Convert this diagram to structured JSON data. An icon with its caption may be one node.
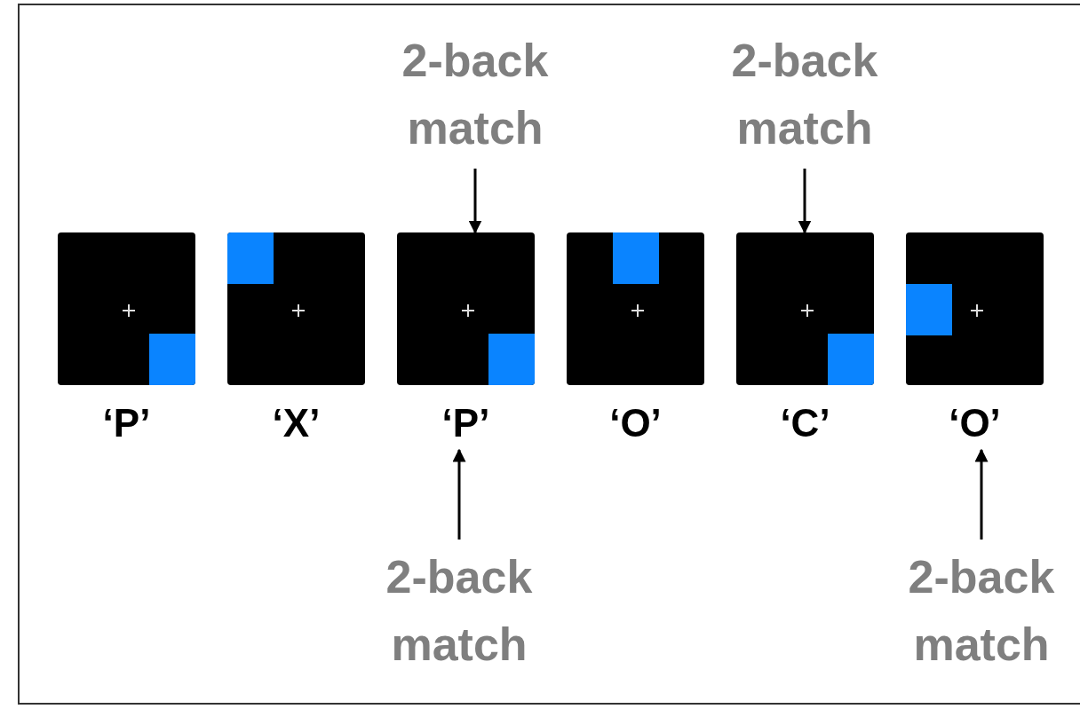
{
  "diagram": {
    "nodes": [
      {
        "text": [
          "2-back match"
        ]
      },
      {
        "text": [
          "2-back match"
        ]
      },
      {
        "text": [],
        "shape": "box",
        "beside": [
          "‘P’"
        ]
      },
      {
        "text": [],
        "shape": "box",
        "beside": [
          "‘X’"
        ]
      },
      {
        "text": [],
        "shape": "box",
        "beside": [
          "‘P’"
        ]
      },
      {
        "text": [],
        "shape": "box",
        "beside": [
          "‘O’"
        ]
      },
      {
        "text": [],
        "shape": "box",
        "beside": [
          "‘C’"
        ]
      },
      {
        "text": [],
        "shape": "box",
        "beside": [
          "‘O’"
        ]
      },
      {
        "text": [
          "2-back match"
        ]
      },
      {
        "text": [
          "2-back match"
        ]
      }
    ],
    "edges": [
      {
        "from": 0,
        "to": 4,
        "arrow": "to"
      },
      {
        "from": 1,
        "to": 6,
        "arrow": "to"
      },
      {
        "from": 8,
        "to": 4,
        "arrow": "to"
      },
      {
        "from": 9,
        "to": 7,
        "arrow": "to"
      }
    ]
  }
}
